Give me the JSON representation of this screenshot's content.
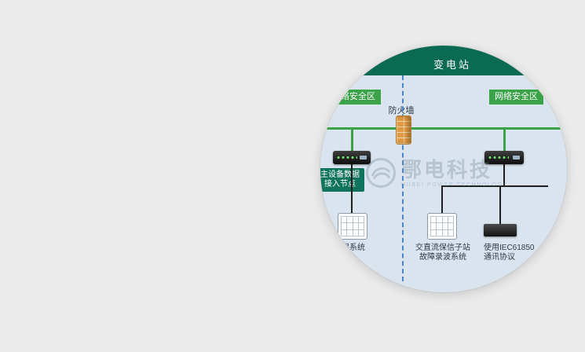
{
  "colors": {
    "page_bg": "#ebebeb",
    "circle_bg": "#d9e4ee",
    "header_green": "#0b6a52",
    "node_green": "#10745c",
    "zone_green": "#3aa348",
    "bus_green": "#3aa348",
    "dashed_blue": "#4a86c8",
    "firewall_orange": "#df9a42",
    "line_black": "#1f1f1f",
    "label_text": "#2e3a45",
    "watermark_gray": "#76879a"
  },
  "diagram": {
    "title": "变电站",
    "zone_left": "网络安全区",
    "zone_right": "网络安全区",
    "firewall_label": "防火墙",
    "access_node": {
      "line1": "主设备数据",
      "line2": "接入节点"
    },
    "label_left": "保系统",
    "label_center": {
      "line1": "交直流保信子站",
      "line2": "故障录波系统"
    },
    "label_right": {
      "line1": "使用IEC61850",
      "line2": "通讯协议"
    },
    "watermark": {
      "name": "鄂电科技",
      "subtitle": "HUBEI POWER TECHNOLOGY"
    }
  }
}
